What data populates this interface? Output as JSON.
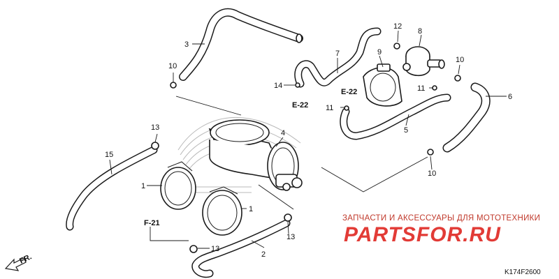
{
  "diagram": {
    "part_labels": {
      "p1a": "1",
      "p1b": "1",
      "p2": "2",
      "p3": "3",
      "p4": "4",
      "p5": "5",
      "p6": "6",
      "p7": "7",
      "p8": "8",
      "p9": "9",
      "p10a": "10",
      "p10b": "10",
      "p10c": "10",
      "p11a": "11",
      "p11b": "11",
      "p12": "12",
      "p13a": "13",
      "p13b": "13",
      "p13c": "13",
      "p14": "14",
      "p15": "15"
    },
    "references": {
      "e22a": "E-22",
      "e22b": "E-22",
      "f21": "F-21"
    },
    "direction_label": "FR.",
    "diagram_code": "K174F2600"
  },
  "watermark": {
    "subtitle": "ЗАПЧАСТИ И АКСЕССУАРЫ ДЛЯ МОТОТЕХНИКИ",
    "brand": "PARTSFOR.RU",
    "brand_color": "#e23b36"
  }
}
